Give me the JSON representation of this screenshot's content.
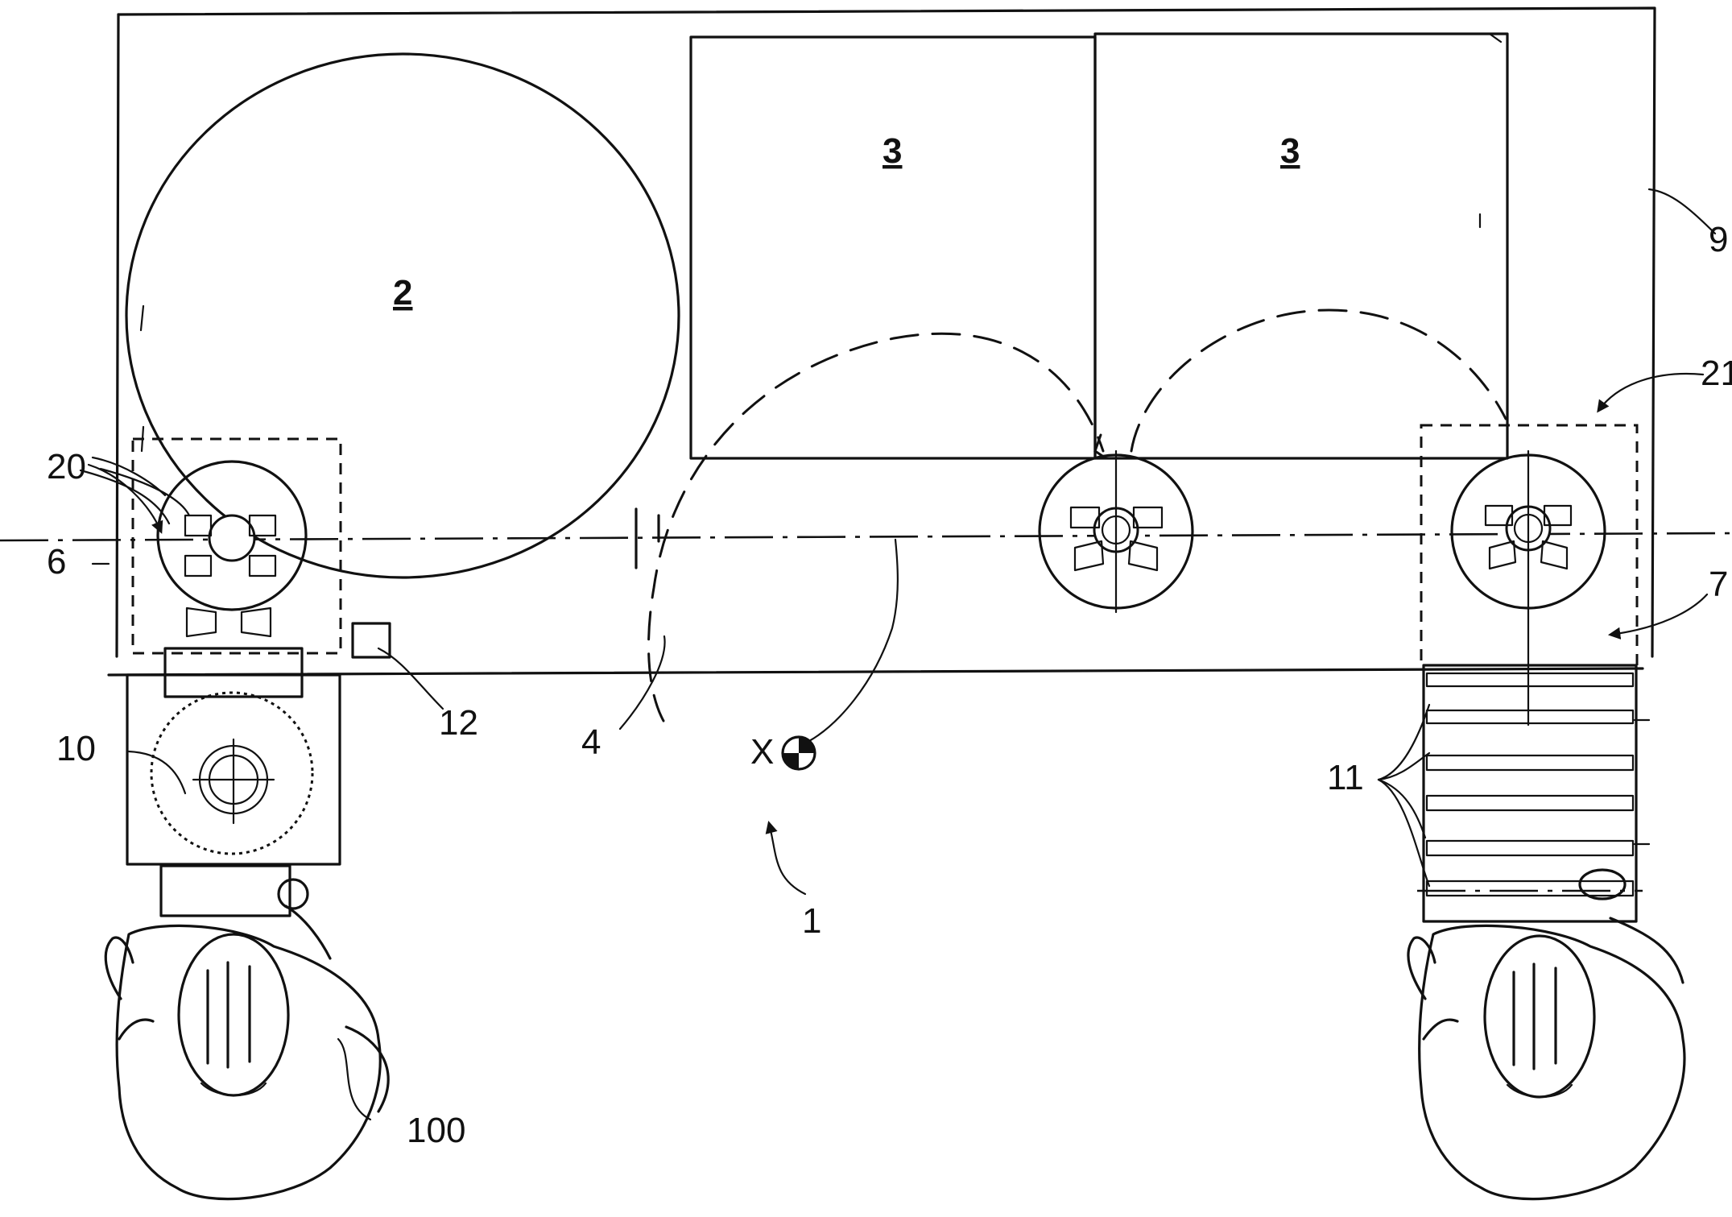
{
  "labels": {
    "l1": "1",
    "l2": "2",
    "l3a": "3",
    "l3b": "3",
    "l4": "4",
    "l6": "6",
    "l7": "7",
    "l9": "9",
    "l10": "10",
    "l11": "11",
    "l12": "12",
    "l20": "20",
    "l21": "21",
    "l100": "100",
    "lx": "X"
  }
}
